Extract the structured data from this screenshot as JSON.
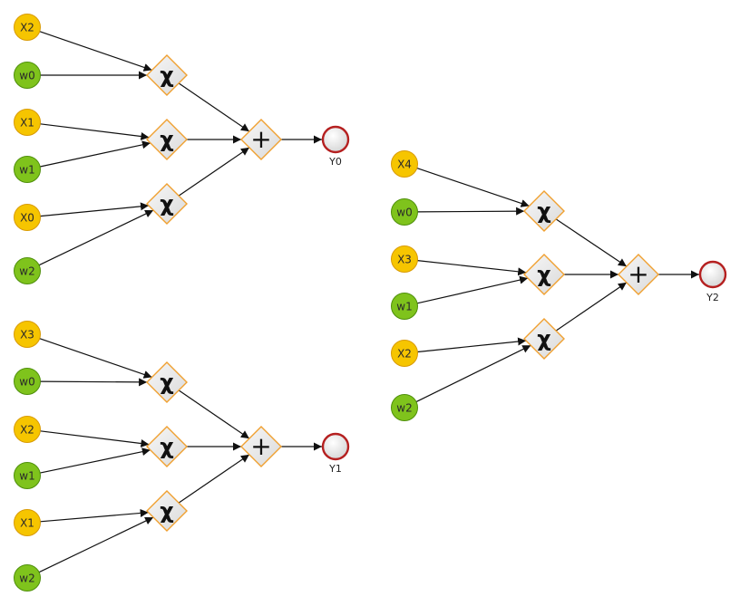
{
  "colors": {
    "input_x": "#f6c500",
    "input_x_stroke": "#d99a00",
    "input_w": "#7fc31c",
    "input_w_stroke": "#4e8f0a",
    "op_fill": "#e9e9e9",
    "op_stroke": "#f0a030",
    "output_fill": "#ececec",
    "output_stroke": "#b52020",
    "edge": "#111111"
  },
  "diagrams": [
    {
      "inputs": [
        "X2",
        "w0",
        "X1",
        "w1",
        "X0",
        "w2"
      ],
      "multiply_symbol": "χ",
      "sum_symbol": "+",
      "output": "Y0"
    },
    {
      "inputs": [
        "X3",
        "w0",
        "X2",
        "w1",
        "X1",
        "w2"
      ],
      "multiply_symbol": "χ",
      "sum_symbol": "+",
      "output": "Y1"
    },
    {
      "inputs": [
        "X4",
        "w0",
        "X3",
        "w1",
        "X2",
        "w2"
      ],
      "multiply_symbol": "χ",
      "sum_symbol": "+",
      "output": "Y2"
    }
  ]
}
